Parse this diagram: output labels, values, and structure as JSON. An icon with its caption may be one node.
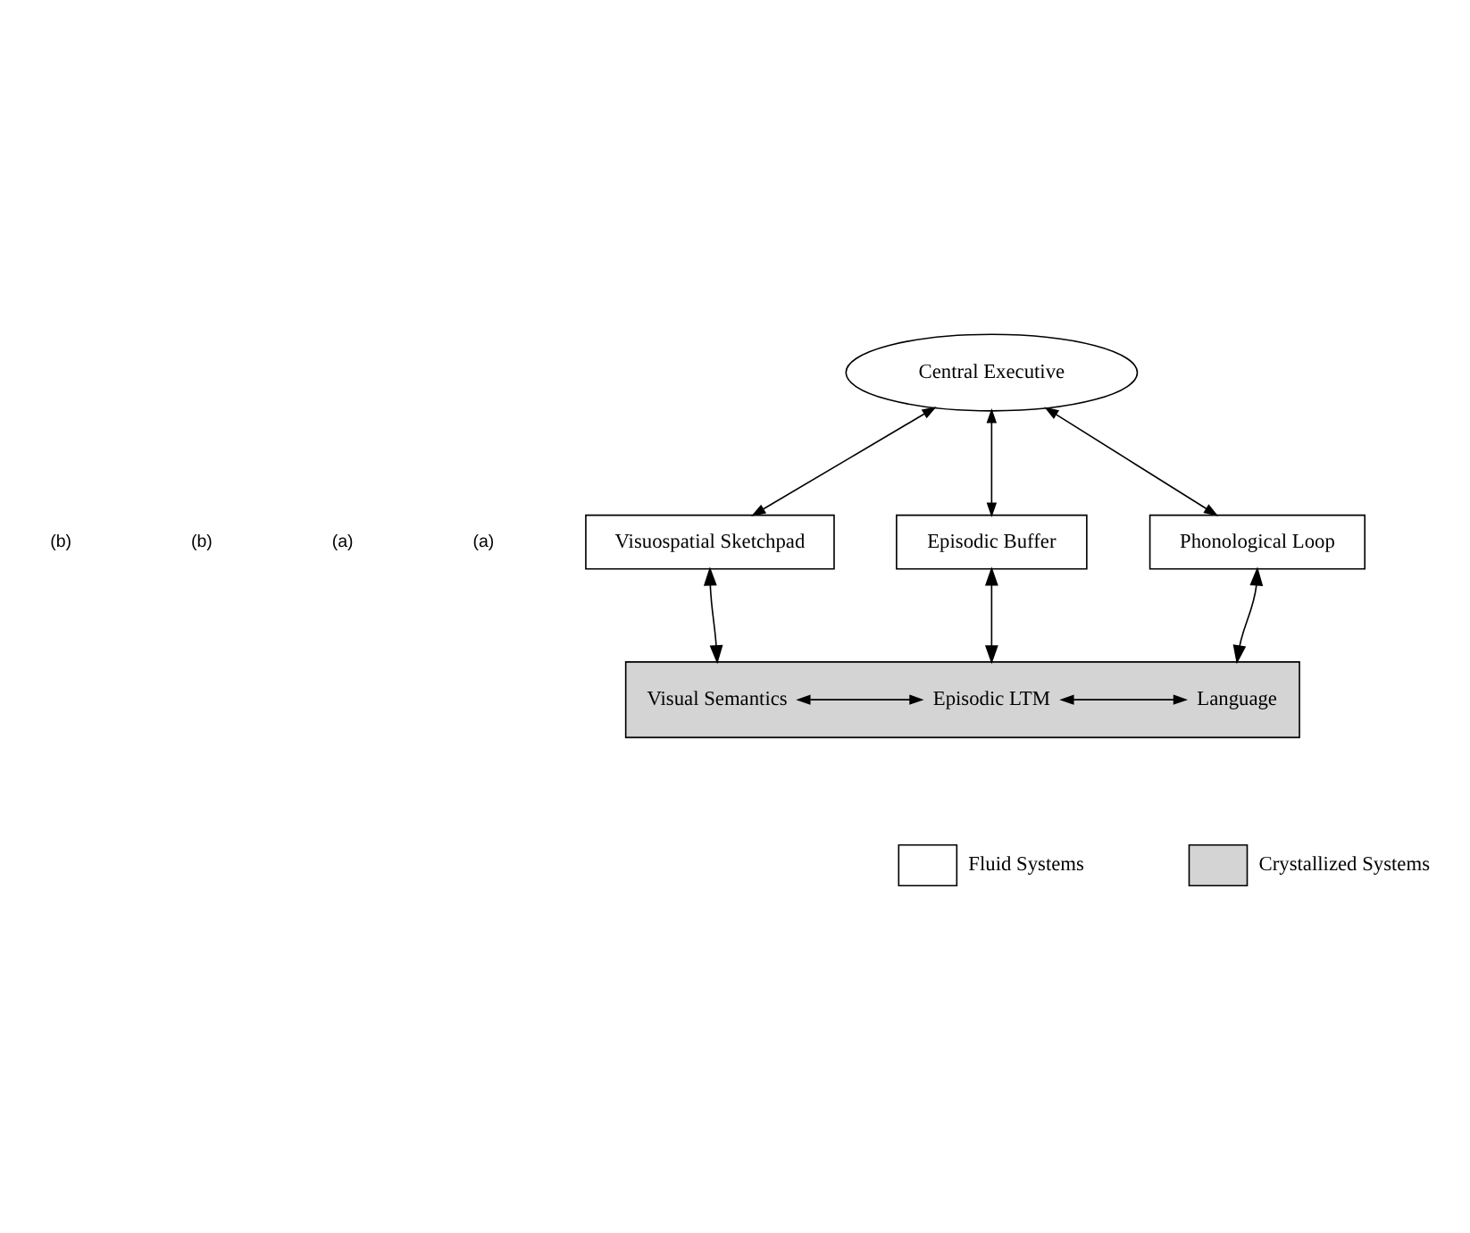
{
  "diagram": {
    "nodes": [
      {
        "text": [
          "Central Executive"
        ]
      },
      {
        "text": [
          "Visuospatial Sketchpad"
        ]
      },
      {
        "text": [
          "Episodic Buffer"
        ]
      },
      {
        "text": [
          "Phonological Loop"
        ]
      },
      {
        "text": [],
        "shape": "box"
      },
      {
        "text": [
          "Visual Semantics"
        ],
        "in": 4
      },
      {
        "text": [
          "Episodic LTM"
        ],
        "in": 4
      },
      {
        "text": [
          "Language"
        ],
        "in": 4
      }
    ],
    "edges": [
      {
        "from": 0,
        "to": 1,
        "arrow": "both"
      },
      {
        "from": 0,
        "to": 2,
        "arrow": "both"
      },
      {
        "from": 0,
        "to": 3,
        "arrow": "both"
      },
      {
        "from": 1,
        "to": 4,
        "arrow": "both"
      },
      {
        "from": 2,
        "to": 4,
        "arrow": "both"
      },
      {
        "from": 3,
        "to": 4,
        "arrow": "both"
      },
      {
        "from": 5,
        "to": 6,
        "arrow": "both"
      },
      {
        "from": 6,
        "to": 7,
        "arrow": "both"
      }
    ],
    "labels": [
      "(b)",
      "(b)",
      "(a)",
      "(a)"
    ],
    "legend": [
      {
        "text": "Fluid Systems",
        "color": "#ffffff"
      },
      {
        "text": "Crystallized Systems",
        "color": "#d4d4d4"
      }
    ]
  }
}
